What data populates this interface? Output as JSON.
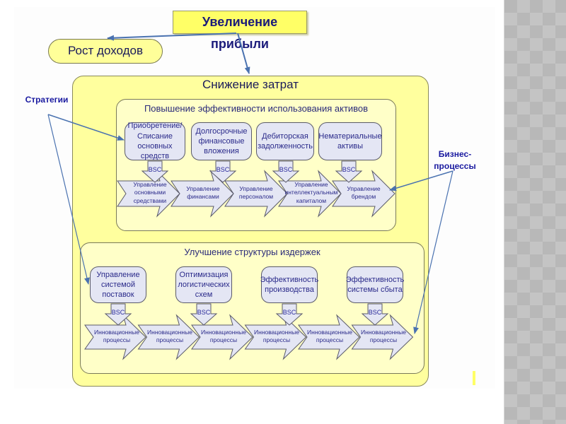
{
  "top_goal": "Увеличение прибыли",
  "left_goal": "Рост доходов",
  "main_box_title": "Снижение затрат",
  "side_labels": {
    "strategies": "Стратегии",
    "business_processes": "Бизнес-\nпроцессы"
  },
  "bsc_label": "BSC",
  "group1": {
    "title": "Повышение эффективности использования активов",
    "strategies": [
      "Приобретение/\nСписание\nосновных средств",
      "Долгосрочные\nфинансовые\nвложения",
      "Дебиторская\nзадолженность",
      "Нематериальные\nактивы"
    ],
    "processes": [
      "Управление\nосновными\nсредствами",
      "Управление\nфинансами",
      "Управление\nперсоналом",
      "Управление\nинтеллектуальным\nкапиталом",
      "Управление\nбрендом"
    ]
  },
  "group2": {
    "title": "Улучшение структуры издержек",
    "strategies": [
      "Управление\nсистемой\nпоставок",
      "Оптимизация\nлогистических\nсхем",
      "Эффективность\nпроизводства",
      "Эффективность\nсистемы сбыта"
    ],
    "processes": [
      "Инновационные\nпроцессы",
      "Инновационные\nпроцессы",
      "Инновационные\nпроцессы",
      "Инновационные\nпроцессы",
      "Инновационные\nпроцессы",
      "Инновационные\nпроцессы"
    ]
  },
  "colors": {
    "arrow_line": "#4a72b0",
    "process_fill": "#e4e6f4",
    "panel_yellow": "#ffff9e",
    "inner_yellow": "#ffffc8",
    "title_yellow": "#ffff66"
  }
}
